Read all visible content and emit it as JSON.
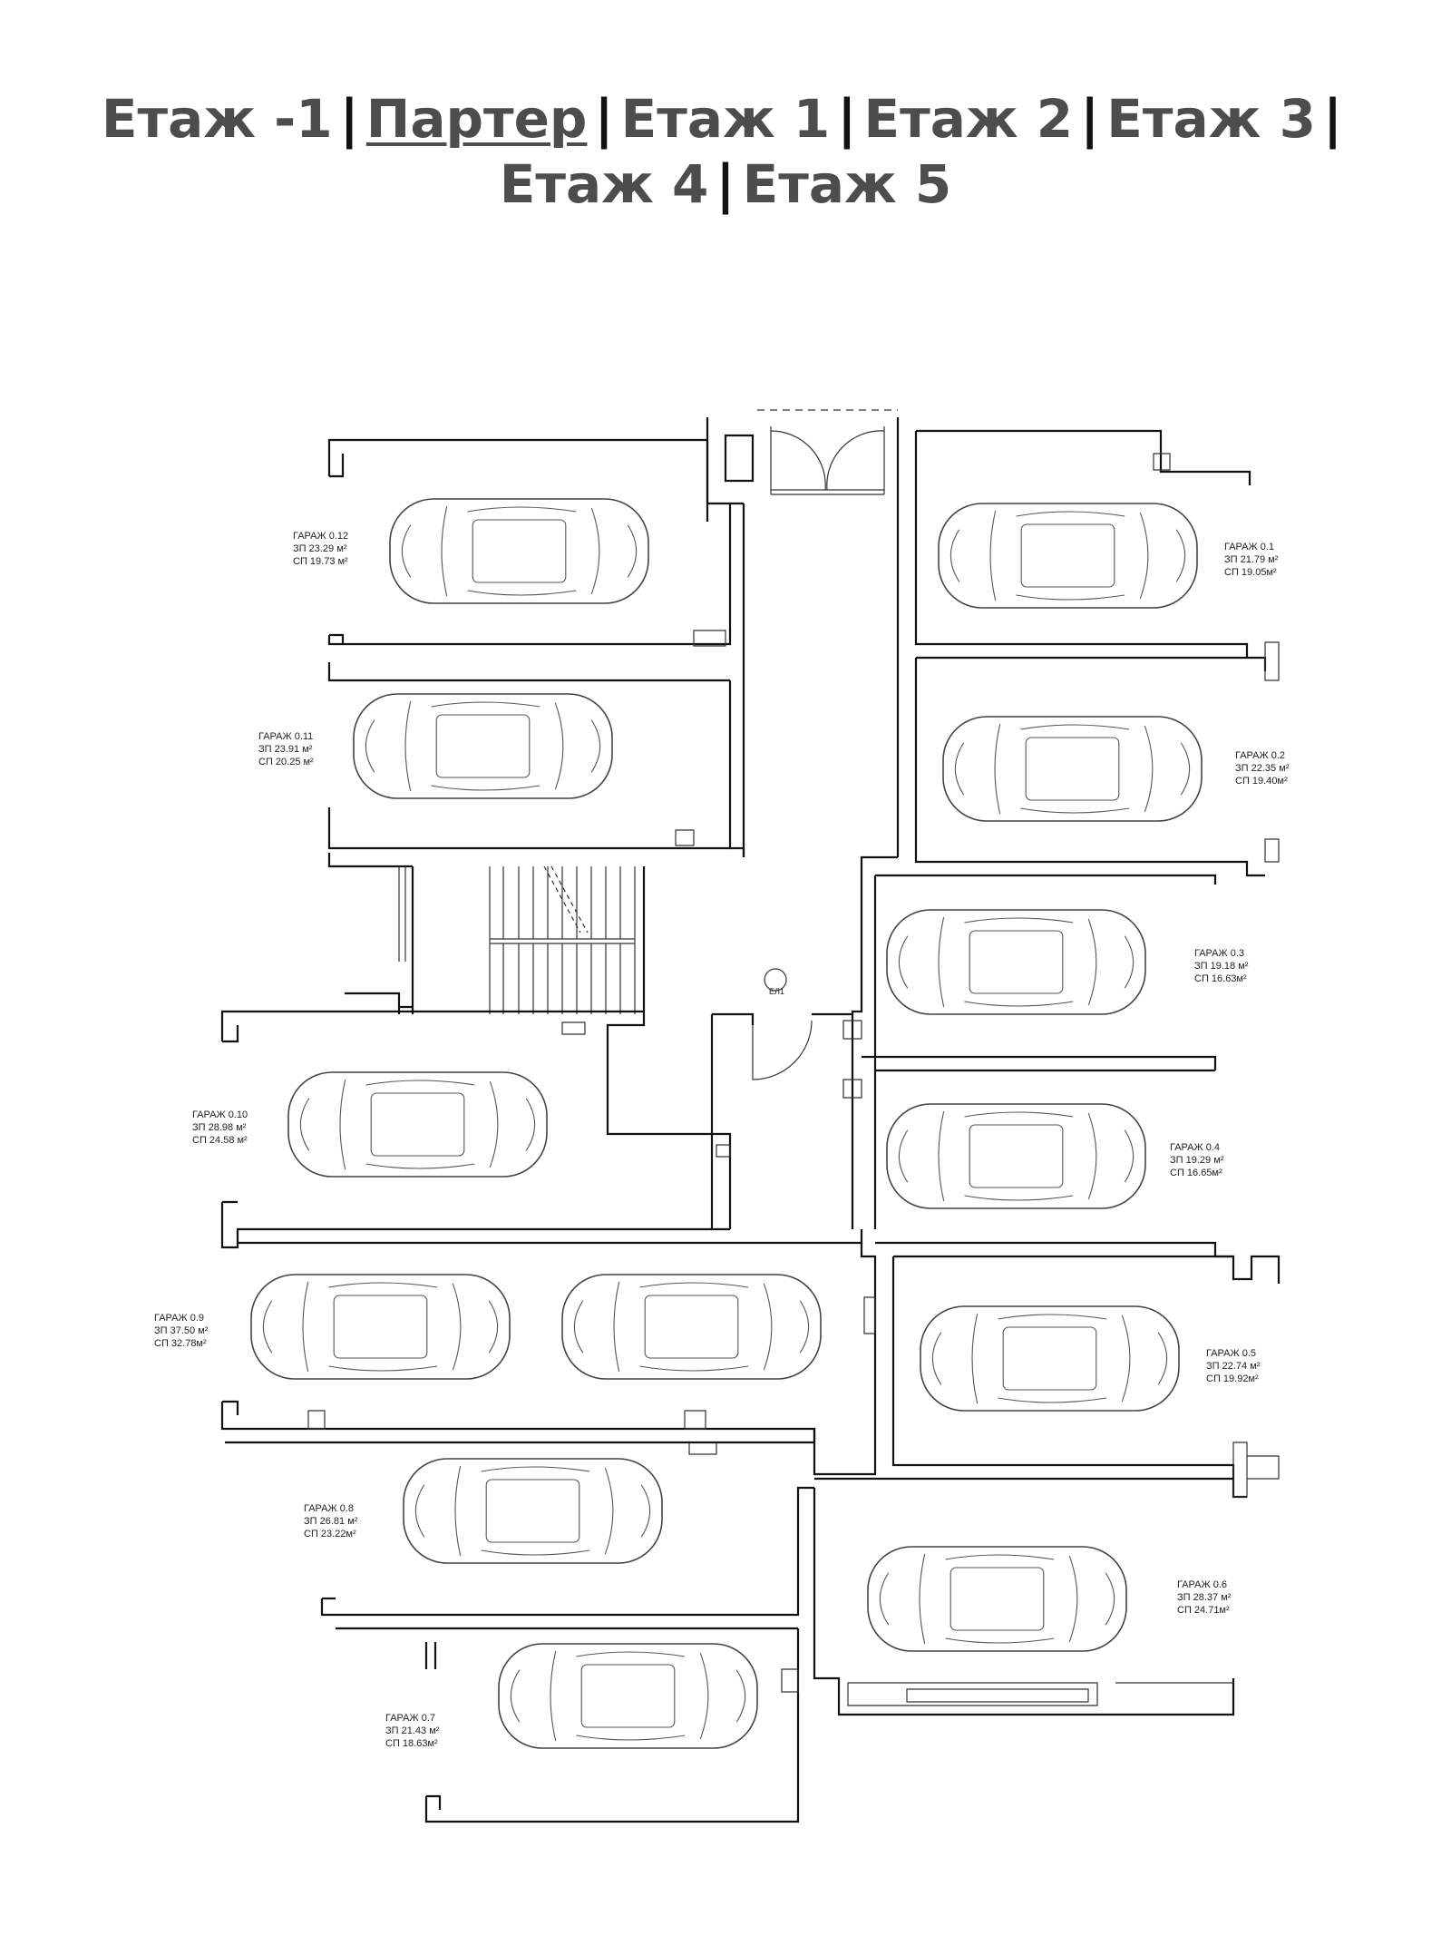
{
  "floor_nav": {
    "separator": "|",
    "line1": [
      {
        "label": "Етаж -1",
        "active": false
      },
      {
        "label": "Партер",
        "active": true
      },
      {
        "label": "Етаж 1",
        "active": false
      },
      {
        "label": "Етаж 2",
        "active": false
      },
      {
        "label": "Етаж 3",
        "active": false
      }
    ],
    "line2": [
      {
        "label": "Етаж 4",
        "active": false
      },
      {
        "label": "Етаж 5",
        "active": false
      }
    ]
  },
  "elevator_label": "ЕЛ1",
  "garages": [
    {
      "name": "ГАРАЖ 0.1",
      "zp": "ЗП 21.79 м²",
      "sp": "СП 19.05м²"
    },
    {
      "name": "ГАРАЖ 0.2",
      "zp": "ЗП 22.35 м²",
      "sp": "СП 19.40м²"
    },
    {
      "name": "ГАРАЖ 0.3",
      "zp": "ЗП 19.18 м²",
      "sp": "СП 16.63м²"
    },
    {
      "name": "ГАРАЖ 0.4",
      "zp": "ЗП 19.29 м²",
      "sp": "СП 16.65м²"
    },
    {
      "name": "ГАРАЖ 0.5",
      "zp": "ЗП 22.74 м²",
      "sp": "СП 19.92м²"
    },
    {
      "name": "ГАРАЖ 0.6",
      "zp": "ЗП 28.37 м²",
      "sp": "СП 24.71м²"
    },
    {
      "name": "ГАРАЖ 0.7",
      "zp": "ЗП 21.43 м²",
      "sp": "СП 18.63м²"
    },
    {
      "name": "ГАРАЖ 0.8",
      "zp": "ЗП 26.81 м²",
      "sp": "СП 23.22м²"
    },
    {
      "name": "ГАРАЖ 0.9",
      "zp": "ЗП 37.50 м²",
      "sp": "СП 32.78м²"
    },
    {
      "name": "ГАРАЖ 0.10",
      "zp": "ЗП 28.98 м²",
      "sp": "СП 24.58 м²"
    },
    {
      "name": "ГАРАЖ 0.11",
      "zp": "ЗП 23.91 м²",
      "sp": "СП 20.25 м²"
    },
    {
      "name": "ГАРАЖ 0.12",
      "zp": "ЗП 23.29 м²",
      "sp": "СП 19.73 м²"
    }
  ]
}
